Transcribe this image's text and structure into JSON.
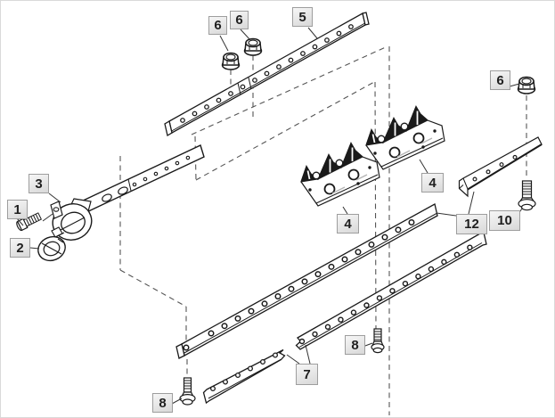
{
  "diagram": {
    "kind": "exploded-parts-diagram",
    "background": "#ffffff",
    "line_color": "#1a1a1a",
    "dash_color": "#555555",
    "callout_style": {
      "fill_top": "#f6f6f6",
      "fill_bottom": "#d8d8d8",
      "border": "#9e9e9e",
      "text": "#1f1f1f"
    },
    "callouts": [
      {
        "ref": "1",
        "part": "head-bolt"
      },
      {
        "ref": "2",
        "part": "bushing"
      },
      {
        "ref": "3",
        "part": "knife-head"
      },
      {
        "ref": "4",
        "part": "knife-section-left"
      },
      {
        "ref": "4",
        "part": "knife-section-right"
      },
      {
        "ref": "5",
        "part": "top-bar"
      },
      {
        "ref": "6",
        "part": "flange-nut-top-1"
      },
      {
        "ref": "6",
        "part": "flange-nut-top-2"
      },
      {
        "ref": "6",
        "part": "flange-nut-right"
      },
      {
        "ref": "7",
        "part": "short-bar"
      },
      {
        "ref": "8",
        "part": "carriage-bolt-left"
      },
      {
        "ref": "8",
        "part": "carriage-bolt-mid"
      },
      {
        "ref": "10",
        "part": "hex-flange-bolt"
      },
      {
        "ref": "12",
        "part": "angle-bracket"
      }
    ]
  }
}
